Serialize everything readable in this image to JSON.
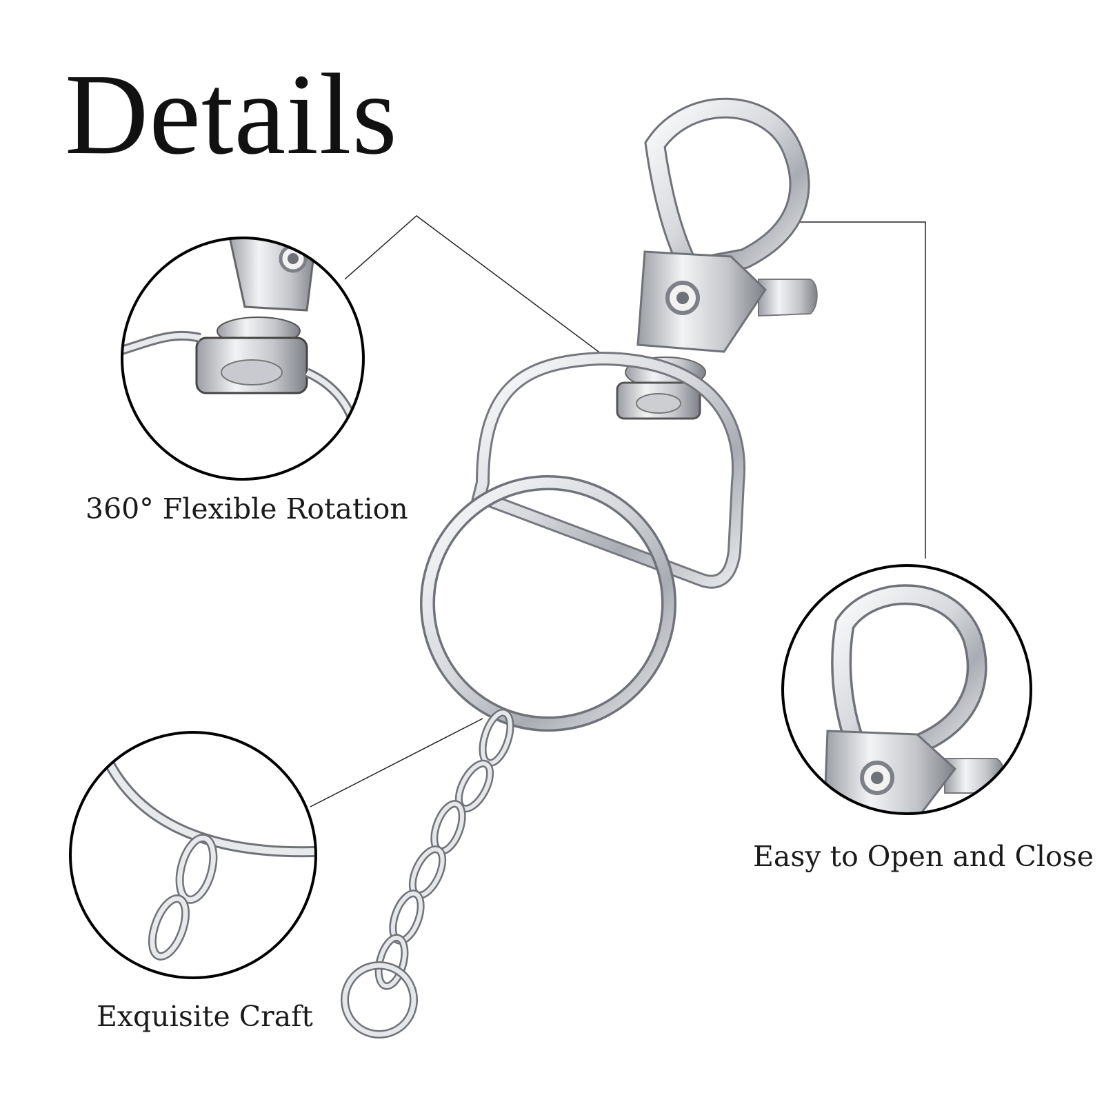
{
  "title": "Details",
  "features": {
    "rotation": "360° Flexible Rotation",
    "open_close": "Easy to Open and Close",
    "craft": "Exquisite Craft"
  },
  "colors": {
    "text": "#111111",
    "metal_light": "#f4f4f6",
    "metal_mid": "#c9cbcf",
    "metal_dark": "#8b8e94",
    "outline": "#000000"
  }
}
